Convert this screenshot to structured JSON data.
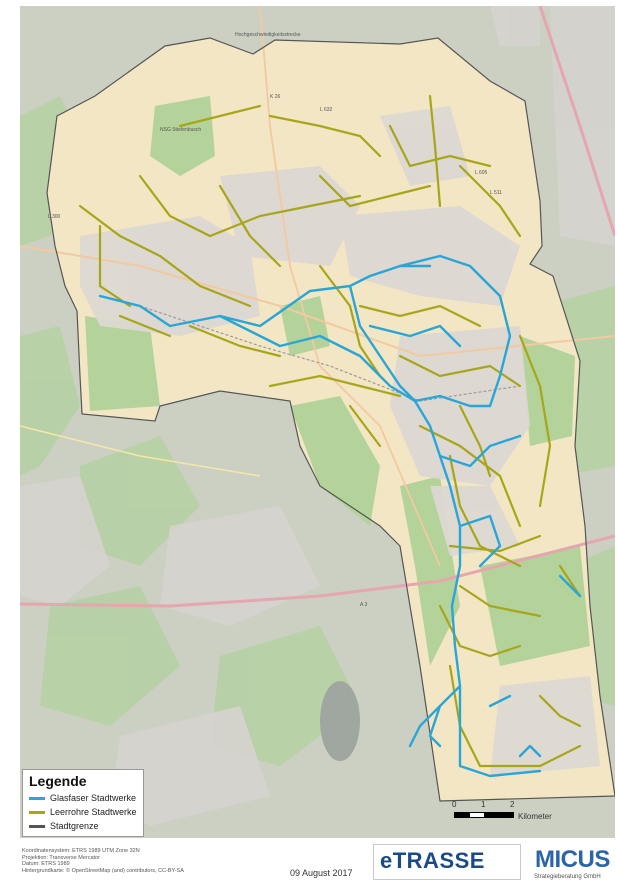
{
  "legend": {
    "title": "Legende",
    "items": [
      {
        "label": "Glasfaser Stadtwerke",
        "color": "#2aa6d6"
      },
      {
        "label": "Leerrohre Stadtwerke",
        "color": "#a7a61a"
      },
      {
        "label": "Stadtgrenze",
        "color": "#555555"
      }
    ]
  },
  "scale": {
    "ticks": [
      "0",
      "1",
      "2"
    ],
    "unit": "Kilometer"
  },
  "map": {
    "labels": [
      "Hochgeschwindigkeitsstrecke",
      "NSG Stiefenbusch",
      "L 300",
      "L 511",
      "L 632",
      "A 3",
      "K 26",
      "L 605"
    ]
  },
  "footer": {
    "metadata": [
      "Koordinatensystem: ETRS 1989 UTM Zone 32N",
      "Projektion: Transverse Mercator",
      "Datum: ETRS 1989",
      "Hintergrundkarte: © OpenStreetMap (and) contributors, CC-BY-SA"
    ],
    "date": "09 August 2017",
    "etrasse_logo": "eTRASSE",
    "micus_logo": "MICUS",
    "micus_tagline": "Strategieberatung GmbH"
  },
  "colors": {
    "fiber": "#2aa6d6",
    "conduit": "#a7a61a",
    "boundary": "#555555",
    "inside_land": "#f3e6c4",
    "forest": "#b3d39a",
    "urban": "#d8d6d2",
    "outside": "#cfd4c8"
  }
}
